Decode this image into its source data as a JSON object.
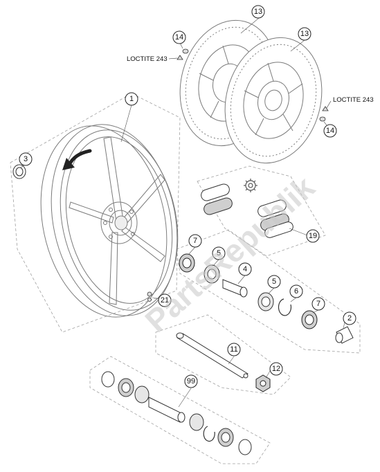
{
  "callouts": {
    "c1": "1",
    "c2": "2",
    "c3": "3",
    "c4": "4",
    "c5a": "5",
    "c5b": "5",
    "c6": "6",
    "c7a": "7",
    "c7b": "7",
    "c11": "11",
    "c12": "12",
    "c13a": "13",
    "c13b": "13",
    "c14a": "14",
    "c14b": "14",
    "c19": "19",
    "c21": "21",
    "c99": "99"
  },
  "labels": {
    "loctite_left": "LOCTITE 243",
    "loctite_right": "LOCTITE 243"
  },
  "watermark": "PartsRepublik",
  "colors": {
    "line": "#7a7a7a",
    "dark": "#333333",
    "dash": "#9a9a9a",
    "watermark": "#c8c8c8"
  },
  "icons": {
    "rotation": "rotation-arrow-icon",
    "gear": "gear-icon"
  }
}
